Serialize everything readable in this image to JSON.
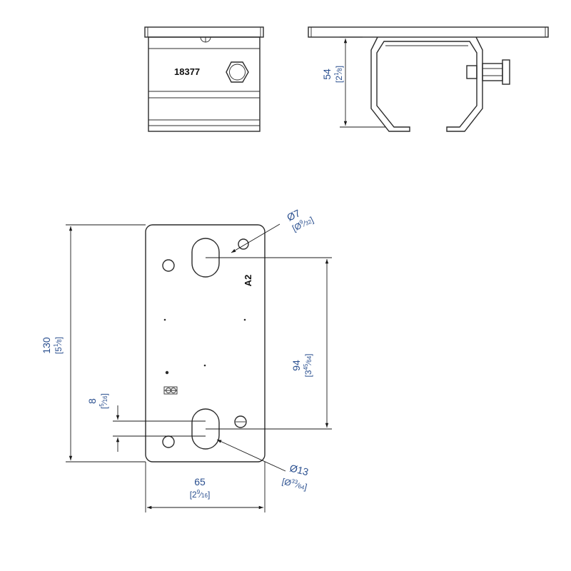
{
  "part_number": "18377",
  "plate_mark": "A2",
  "colors": {
    "dimension_text": "#2a4f8f",
    "line": "#2b2b2b"
  },
  "dimensions": {
    "channel_height": {
      "metric": "54",
      "imperial_whole": "2",
      "imperial_num": "1",
      "imperial_den": "8"
    },
    "plate_height": {
      "metric": "130",
      "imperial_whole": "5",
      "imperial_num": "1",
      "imperial_den": "8"
    },
    "slot_spacing": {
      "metric": "94",
      "imperial_whole": "3",
      "imperial_num": "45",
      "imperial_den": "64"
    },
    "slot_width": {
      "metric": "8",
      "imperial_num": "5",
      "imperial_den": "16"
    },
    "plate_width": {
      "metric": "65",
      "imperial_whole": "2",
      "imperial_num": "9",
      "imperial_den": "16"
    },
    "small_hole": {
      "metric": "Ø7",
      "imperial_prefix": "Ø",
      "imperial_num": "9",
      "imperial_den": "32"
    },
    "large_slot": {
      "metric": "Ø13",
      "imperial_prefix": "Ø",
      "imperial_num": "33",
      "imperial_den": "64"
    }
  }
}
